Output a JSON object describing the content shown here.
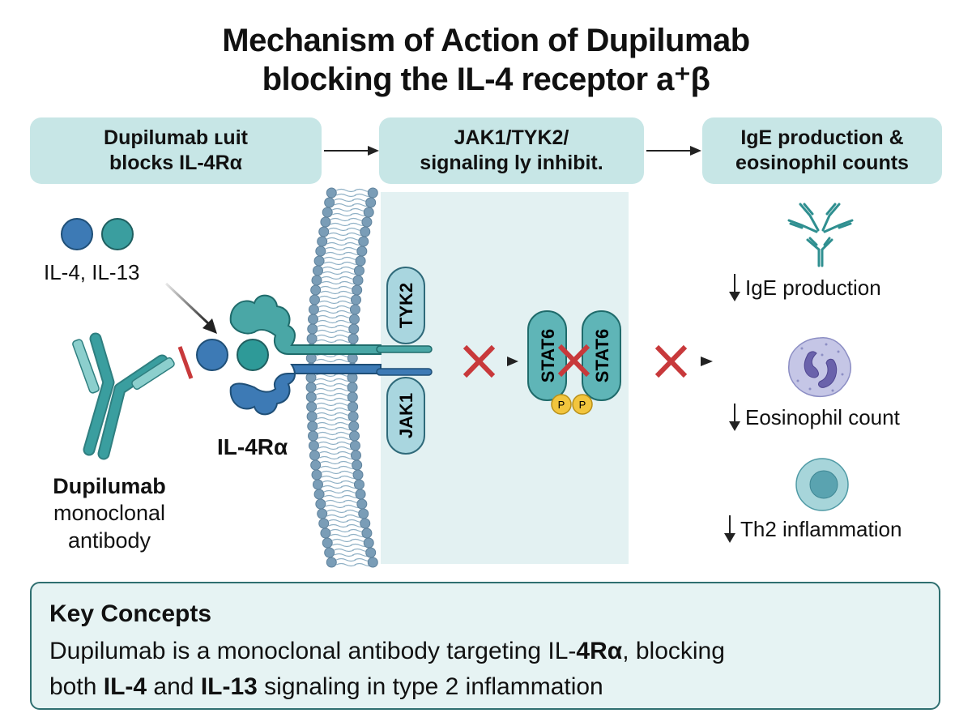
{
  "title": {
    "line1": "Mechanism of Action of Dupilumab",
    "line2": "blocking the IL-4 receptor a⁺β"
  },
  "flow_steps": [
    {
      "line1": "Dupilumab ʟuit",
      "line2": "blocks IL-4Rα"
    },
    {
      "line1": "JAK1/TYK2/",
      "line2": "signaling ly inhibit."
    },
    {
      "line1": "IgE production &",
      "line2": "eosinophil counts"
    }
  ],
  "cytokines": {
    "label": "IL-4, IL-13"
  },
  "antibody": {
    "name": "Dupilumab",
    "desc_line1": "monoclonal",
    "desc_line2": "antibody"
  },
  "receptor": {
    "label": "IL-4Rα"
  },
  "kinases": {
    "upper": "TYK2",
    "lower": "JAK1"
  },
  "stat": {
    "left": "STAT6",
    "right": "STAT6",
    "phospho": "P"
  },
  "outcomes": [
    {
      "label": "IgE production",
      "icon": "ige-antibody-icon"
    },
    {
      "label": "Eosinophil count",
      "icon": "eosinophil-icon"
    },
    {
      "label": "Th2 inflammation",
      "icon": "th2-cell-icon"
    }
  ],
  "key_concepts": {
    "title": "Key Concepts",
    "t1": "Dupilumab is a monoclonal antibody targeting IL-",
    "t1b": "4Rα",
    "t2": ", blocking",
    "t3": "both ",
    "t3b": "IL-4",
    "t4": " and ",
    "t4b": "IL-13",
    "t5": " signaling in type 2 inflammation"
  },
  "colors": {
    "teal": "#3a9e9f",
    "blue": "#3d7ab5",
    "box_fill": "#c7e6e6",
    "cytoplasm": "#e3f1f2",
    "block_red": "#c8393b",
    "phospho_yellow": "#f2c53d",
    "membrane_head": "#7a9db7"
  }
}
